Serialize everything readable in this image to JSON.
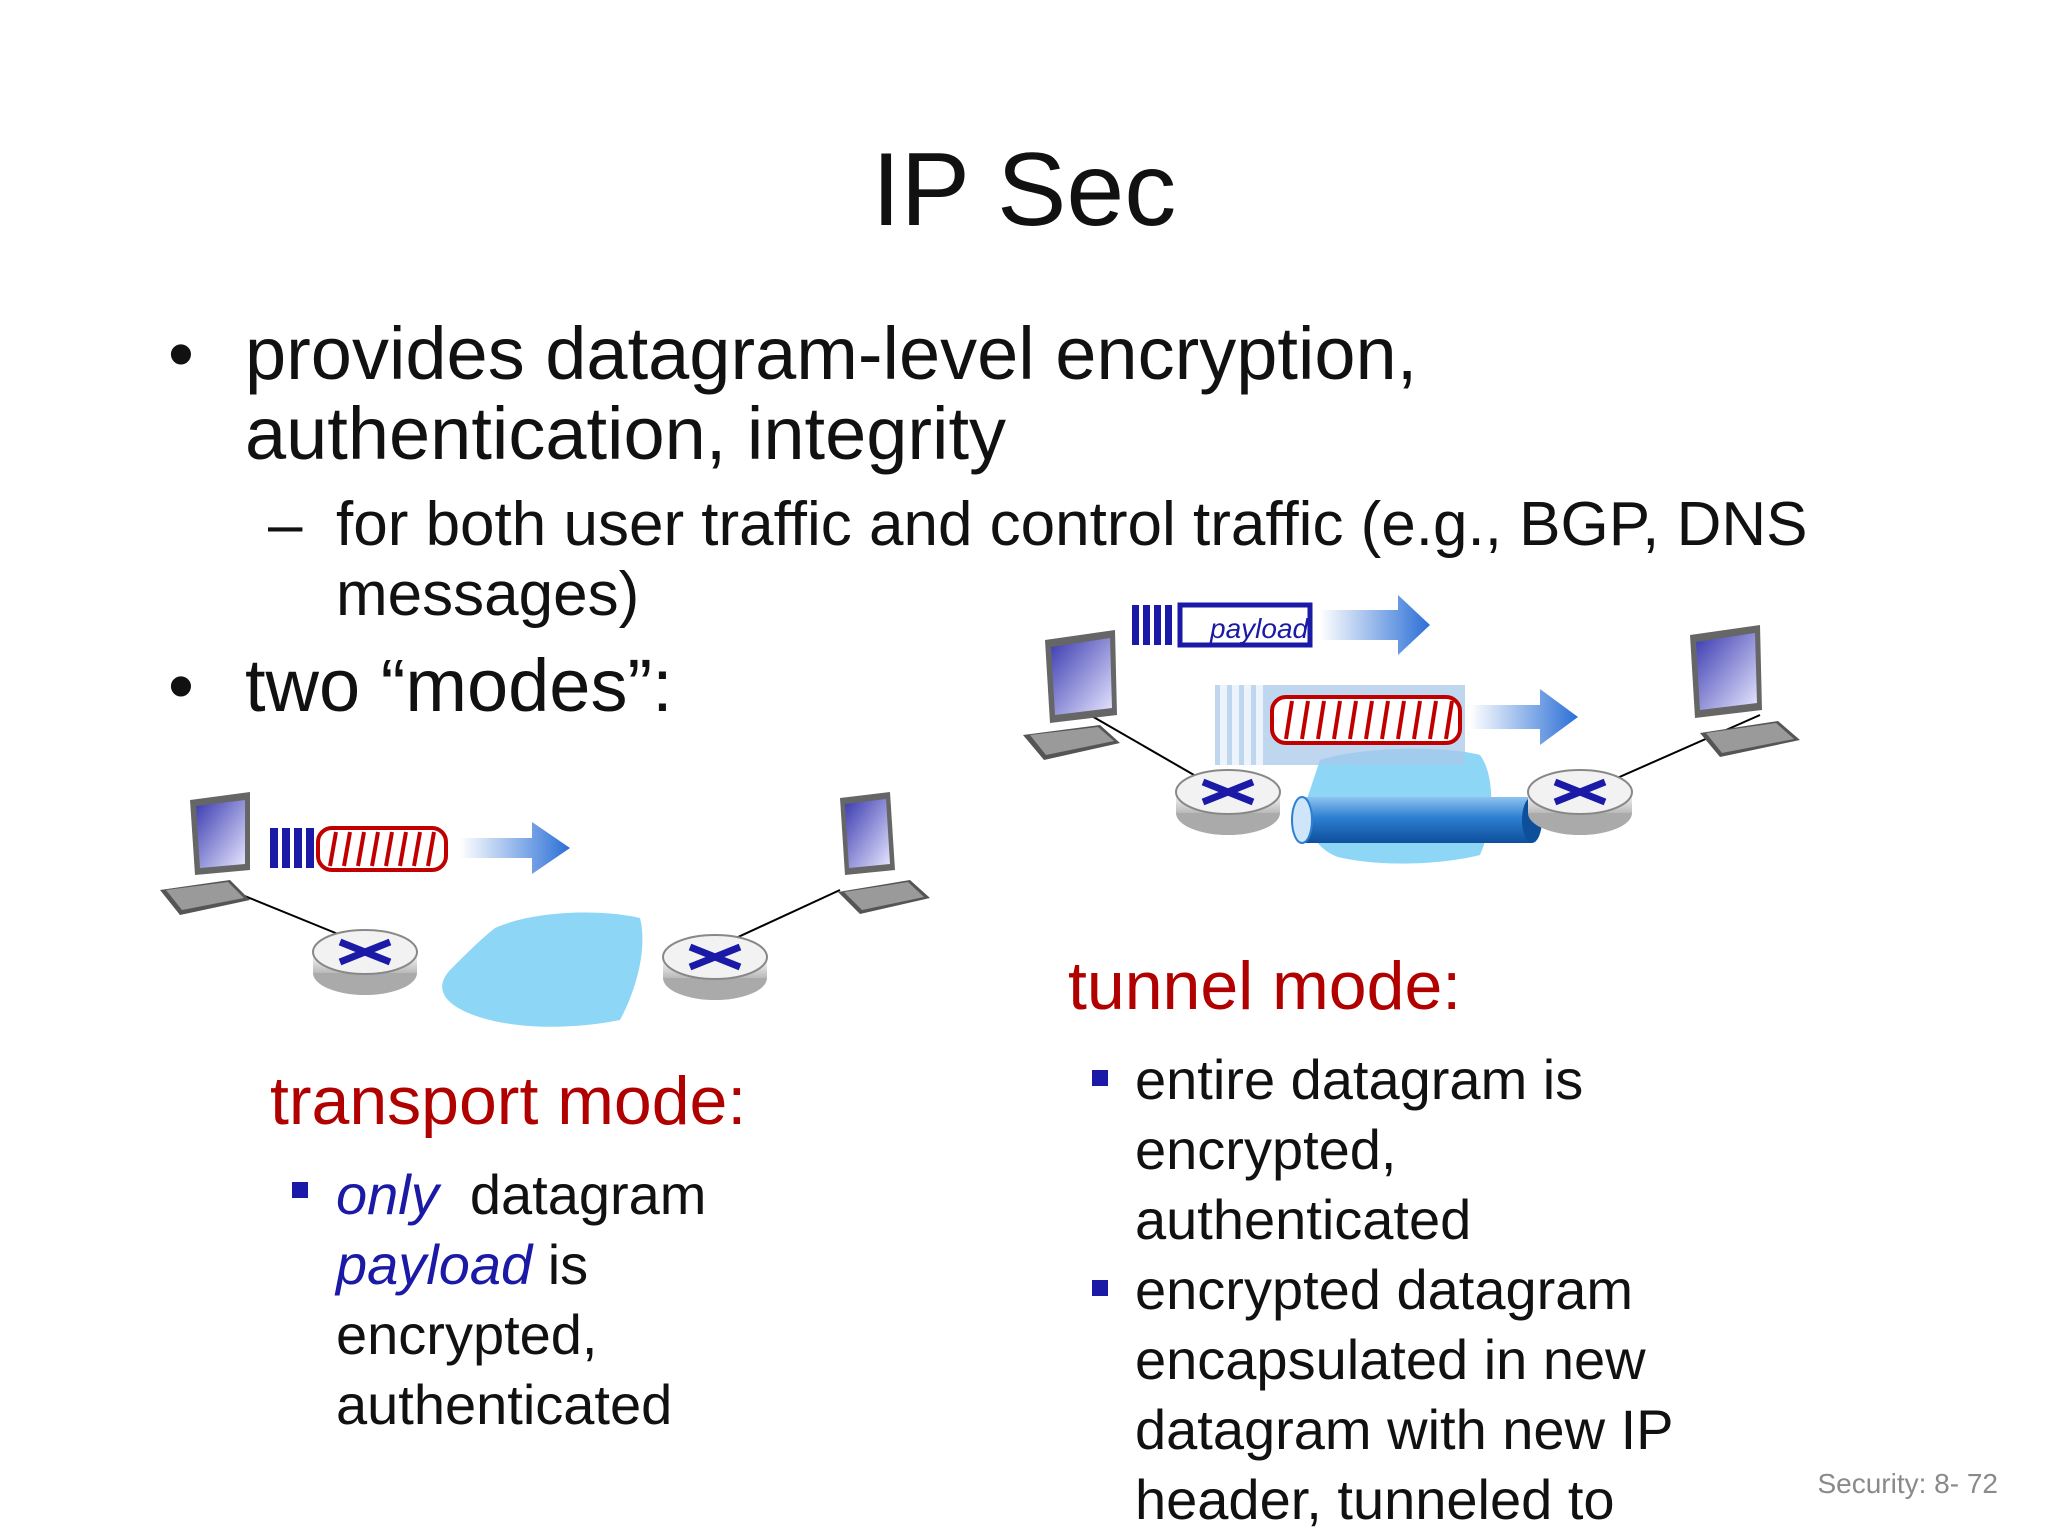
{
  "title": "IP Sec",
  "bullets": [
    {
      "line1": "provides datagram-level encryption,",
      "line2": "authentication, integrity"
    },
    {
      "text": "two “modes”:"
    }
  ],
  "sub_bullet": {
    "line1": "for both user traffic and control traffic (e.g., BGP, DNS",
    "line2": "messages)"
  },
  "bullet_symbol": "•",
  "dash_symbol": "–",
  "transport": {
    "heading": "transport mode:",
    "lines": {
      "emph1": "only",
      "rest1": "  datagram",
      "emph2": "payload",
      "rest2": " is",
      "line3": "encrypted,",
      "line4": "authenticated"
    }
  },
  "tunnel": {
    "heading": "tunnel mode:",
    "item1": [
      "entire datagram is",
      "encrypted,",
      "authenticated"
    ],
    "item2": [
      "encrypted datagram",
      "encapsulated in new",
      "datagram with new IP",
      "header, tunneled to"
    ]
  },
  "diagram": {
    "payload_label": "payload"
  },
  "footer": "Security: 8- 72",
  "colors": {
    "accent_red": "#b00000",
    "accent_blue": "#1a1aa6",
    "cloud": "#8dd6f5"
  }
}
